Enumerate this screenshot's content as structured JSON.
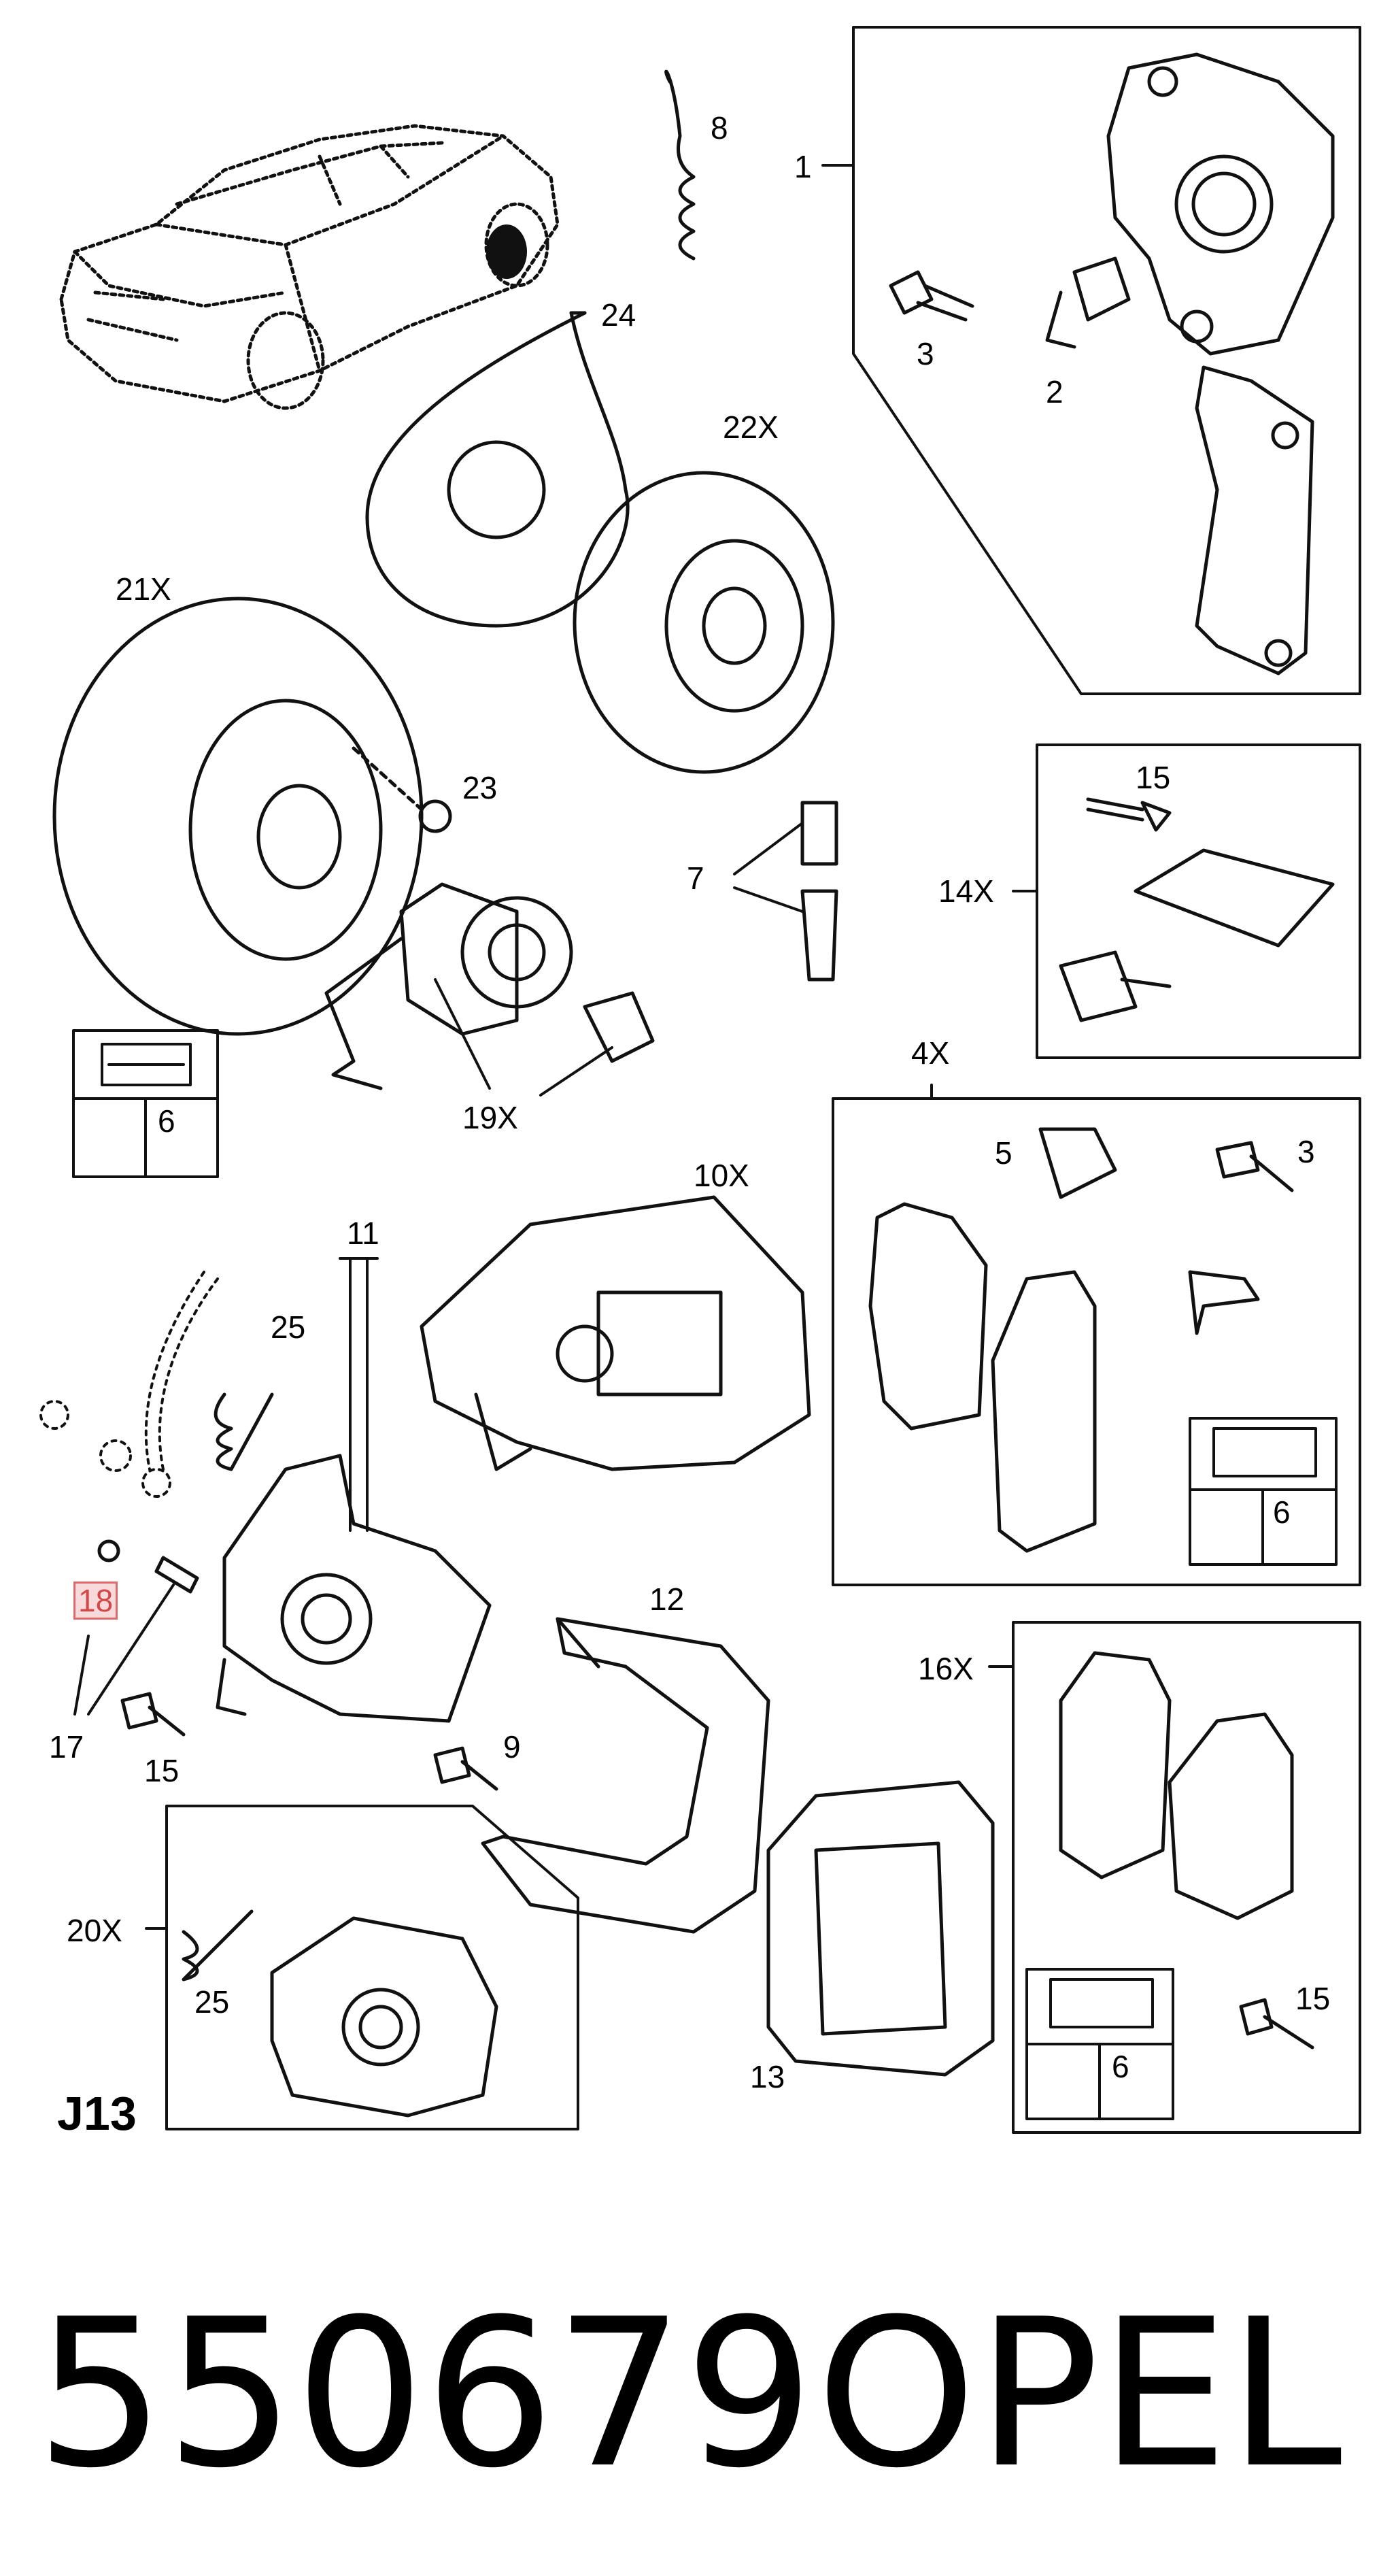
{
  "page_code": "J13",
  "part_number": "550679",
  "brand": "OPEL",
  "callouts": {
    "c1": "1",
    "c2": "2",
    "c3a": "3",
    "c3b": "3",
    "c4x": "4X",
    "c5": "5",
    "c6a": "6",
    "c6b": "6",
    "c6c": "6",
    "c7": "7",
    "c8": "8",
    "c9": "9",
    "c10x": "10X",
    "c11": "11",
    "c12": "12",
    "c13": "13",
    "c14x": "14X",
    "c15a": "15",
    "c15b": "15",
    "c15c": "15",
    "c16x": "16X",
    "c17": "17",
    "c18": "18",
    "c19x": "19X",
    "c20x": "20X",
    "c21x": "21X",
    "c22x": "22X",
    "c23": "23",
    "c24": "24",
    "c25a": "25",
    "c25b": "25"
  },
  "highlight_color": "#f9dada"
}
